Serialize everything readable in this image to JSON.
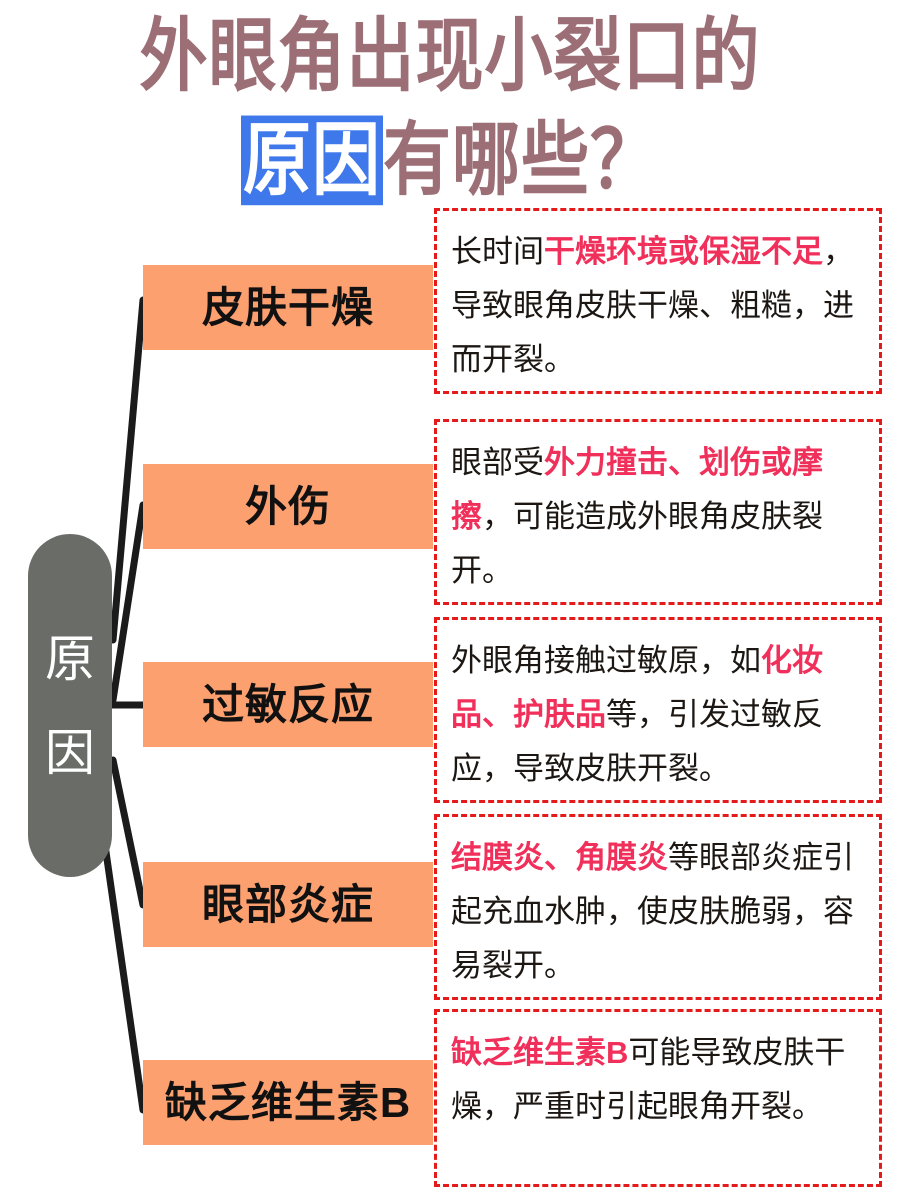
{
  "title": {
    "line1": "外眼角出现小裂口的",
    "line2_highlight": "原因",
    "line2_rest": "有哪些？",
    "color": "#9c6e76",
    "highlight_bg": "#3f78ea",
    "highlight_fg": "#ffffff"
  },
  "root": {
    "char1": "原",
    "char2": "因",
    "bg": "#6a6c67",
    "fg": "#ffffff"
  },
  "colors": {
    "node_bg": "#fca070",
    "card_border": "#e51a1a",
    "emphasis": "#f0305a",
    "body_text": "#1c1713"
  },
  "branches": [
    {
      "label": "皮肤干燥",
      "description": "长时间干燥环境或保湿不足，导致眼角皮肤干燥、粗糙，进而开裂。",
      "emphasis": [
        "干燥环境或保湿不足"
      ]
    },
    {
      "label": "外伤",
      "description": "眼部受外力撞击、划伤或摩擦，可能造成外眼角皮肤裂开。",
      "emphasis": [
        "外力撞击、划伤或摩擦"
      ]
    },
    {
      "label": "过敏反应",
      "description": "外眼角接触过敏原，如化妆品、护肤品等，引发过敏反应，导致皮肤开裂。",
      "emphasis": [
        "化妆品、护肤品"
      ]
    },
    {
      "label": "眼部炎症",
      "description": "结膜炎、角膜炎等眼部炎症引起充血水肿，使皮肤脆弱，容易裂开。",
      "emphasis": [
        "结膜炎、角膜炎"
      ]
    },
    {
      "label": "缺乏维生素B",
      "description": "缺乏维生素B可能导致皮肤干燥，严重时引起眼角开裂。",
      "emphasis": [
        "缺乏维生素B"
      ]
    }
  ]
}
